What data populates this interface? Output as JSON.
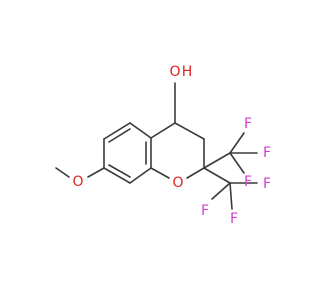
{
  "molecule": {
    "atom_labels": {
      "hydroxyl_o": "O",
      "hydroxyl_h": "H",
      "ring_o": "O",
      "methoxy_o": "O",
      "f1": "F",
      "f2": "F",
      "f3": "F",
      "f4": "F",
      "f5": "F",
      "f6": "F"
    },
    "colors": {
      "bond": "#3a3a3a",
      "oxygen": "#e0221c",
      "fluorine": "#d13fd1"
    }
  }
}
